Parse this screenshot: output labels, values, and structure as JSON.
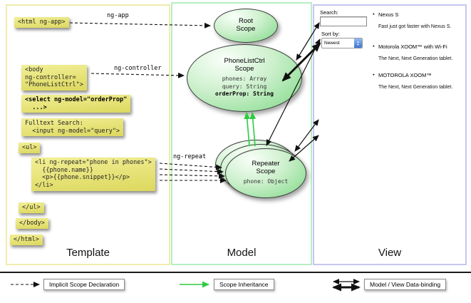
{
  "template_panel": {
    "label": "Template",
    "code_blocks": [
      {
        "text": "<html ng-app>"
      },
      {
        "text": "<body\nng-controller=\n\"PhoneListCtrl\">"
      },
      {
        "text": "<select ng-model=\"orderProp\"\n  ...>"
      },
      {
        "text": "Fulltext Search:\n  <input ng-model=\"query\">"
      },
      {
        "text": "<ul>"
      },
      {
        "text": "<li ng-repeat=\"phone in phones\">\n  {{phone.name}}\n  <p>{{phone.snippet}}</p>\n</li>"
      },
      {
        "text": "</ul>"
      },
      {
        "text": "</body>"
      },
      {
        "text": "</html>"
      }
    ]
  },
  "model_panel": {
    "label": "Model",
    "root_scope": {
      "title": "Root\nScope"
    },
    "phonelist_scope": {
      "title": "PhoneListCtrl\nScope",
      "props": "phones: Array\nquery: String",
      "bold_prop": "orderProp: String"
    },
    "repeater_scope": {
      "title": "Repeater\nScope",
      "props": "phone: Object"
    }
  },
  "view_panel": {
    "label": "View",
    "search_label": "Search:",
    "sort_label": "Sort by:",
    "sort_value": "Newest",
    "items": [
      {
        "title": "Nexus S",
        "desc": "Fast just got faster with Nexus S."
      },
      {
        "title": "Motorola XOOM™ with Wi-Fi",
        "desc": "The Next, Next Generation tablet."
      },
      {
        "title": "MOTOROLA XOOM™",
        "desc": "The Next, Next Generation tablet."
      }
    ]
  },
  "arrow_labels": {
    "ng_app": "ng-app",
    "ng_controller": "ng-controller",
    "ng_repeat": "ng-repeat"
  },
  "legend": {
    "implicit": "Implicit Scope Declaration",
    "inheritance": "Scope Inheritance",
    "databinding": "Model / View Data-binding"
  },
  "colors": {
    "scope_green": "#7cd884",
    "code_yellow": "#e5e170",
    "inheritance_arrow_green": "#2ecc40",
    "template_border": "#f0ecae",
    "model_border": "#b6eec4",
    "view_border": "#c6c6ee"
  }
}
